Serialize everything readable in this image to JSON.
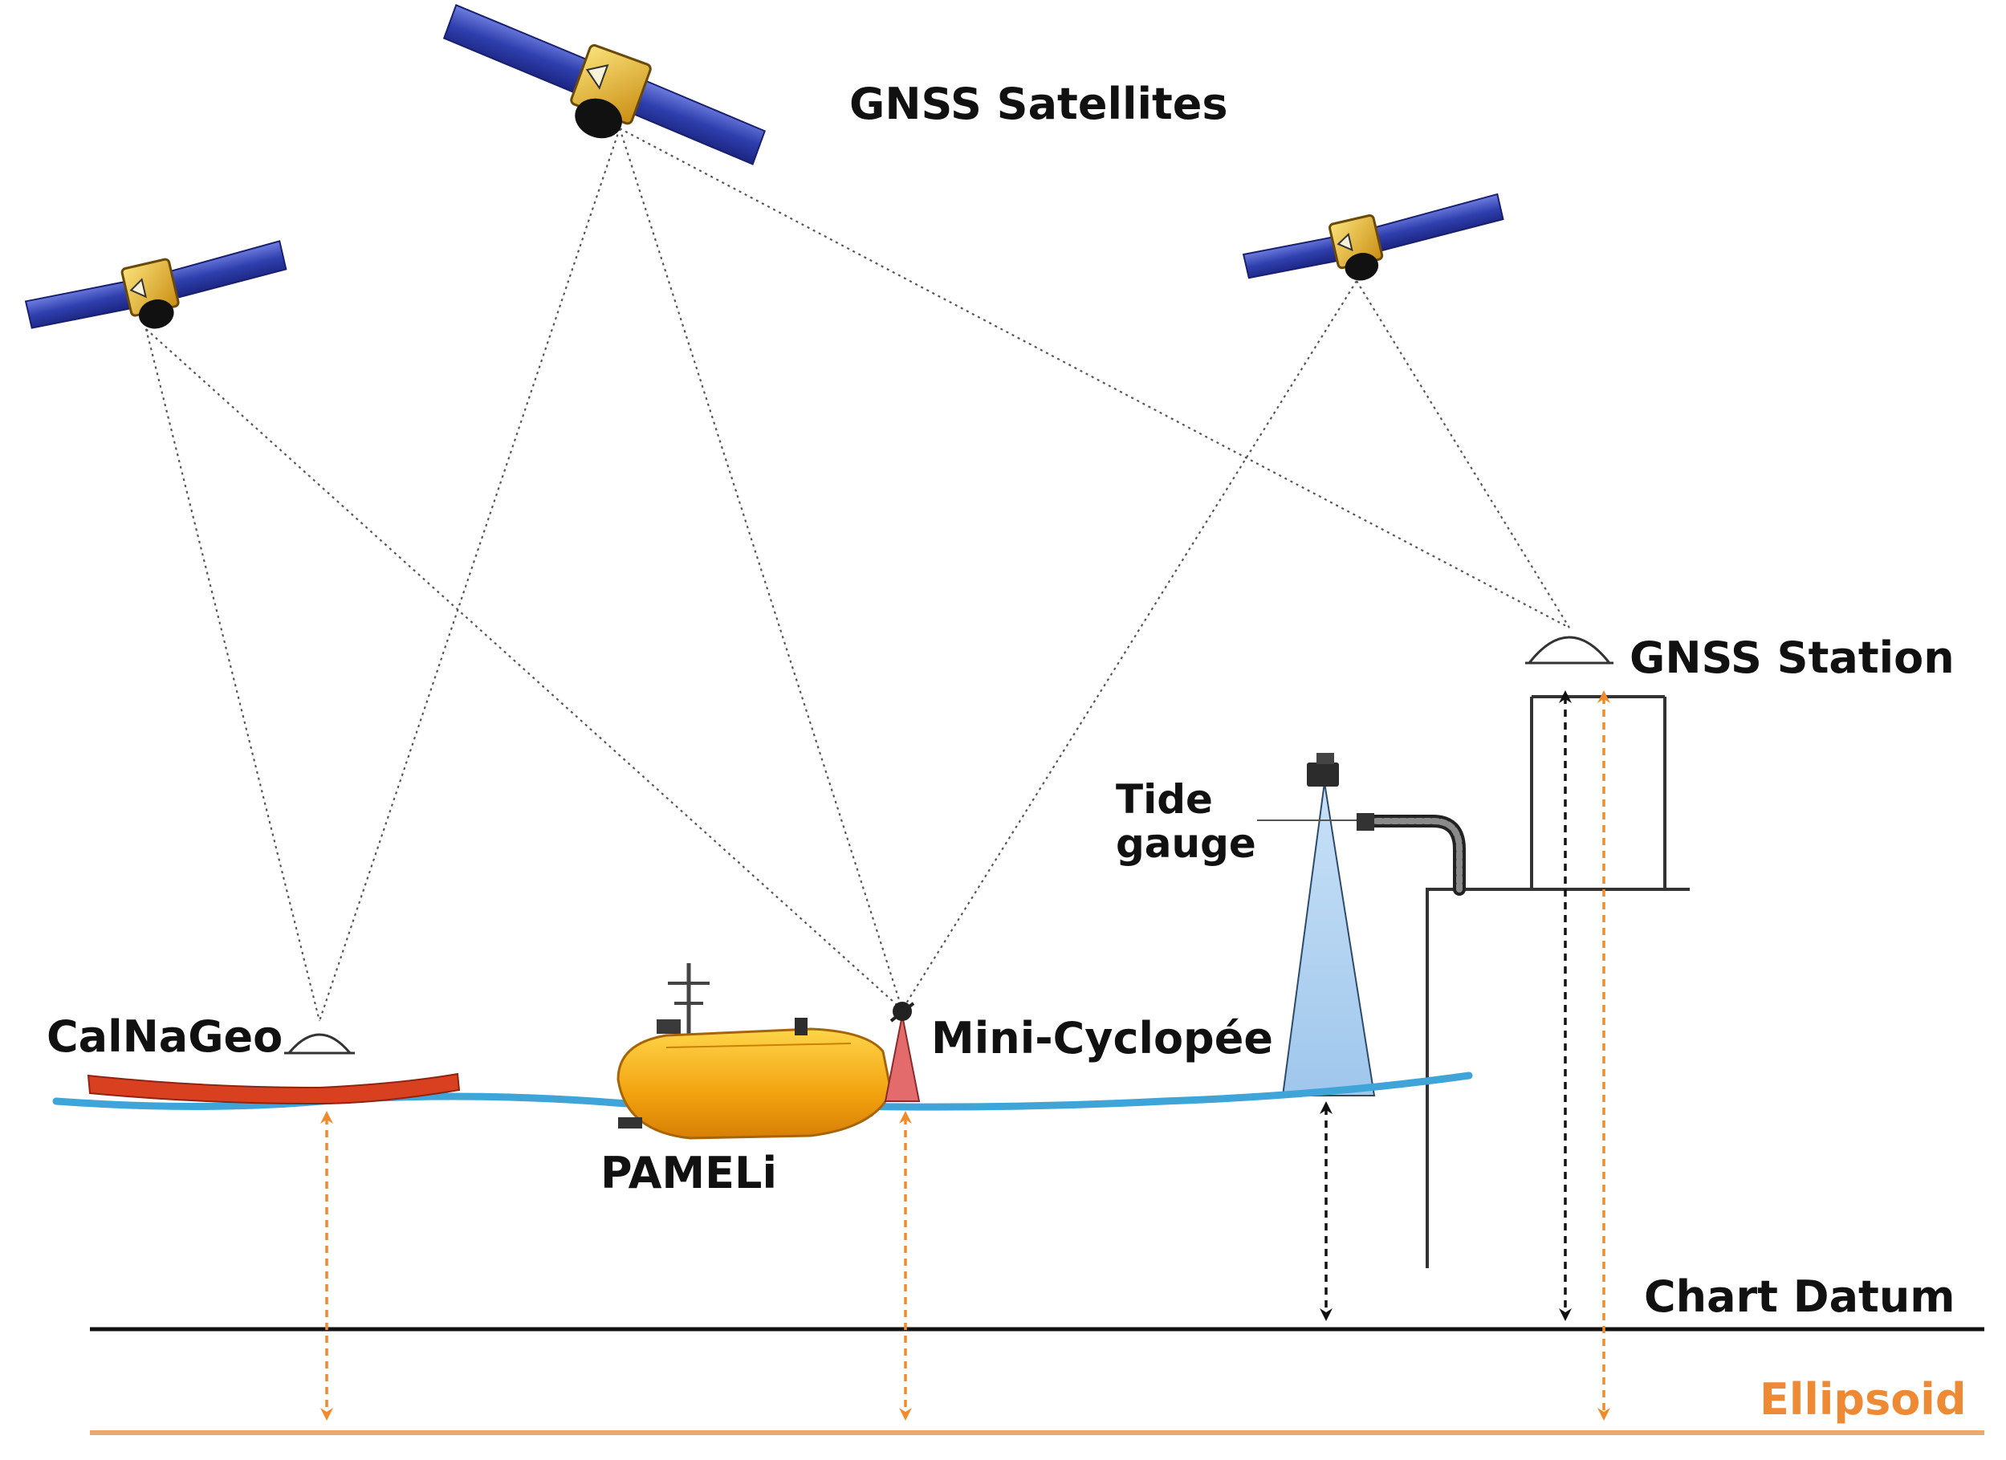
{
  "labels": {
    "gnss_satellites": "GNSS Satellites",
    "gnss_station": "GNSS Station",
    "tide_gauge_line1": "Tide",
    "tide_gauge_line2": "gauge",
    "calnageo": "CalNaGeo",
    "mini_cyclopee": "Mini-Cyclopée",
    "pameli": "PAMELi",
    "chart_datum": "Chart Datum",
    "ellipsoid": "Ellipsoid"
  },
  "colors": {
    "water": "#3fa4d8",
    "calnageo_hull": "#d94020",
    "pameli_hull": "#f2a91a",
    "ellipsoid": "#e8843a",
    "chart_datum": "#111111",
    "solar_panel": "#2a3a9e",
    "satellite_body": "#e8b82a",
    "sonar_beam": "#a8cdee",
    "mini_cyclopee_beam": "#e36b6b"
  }
}
